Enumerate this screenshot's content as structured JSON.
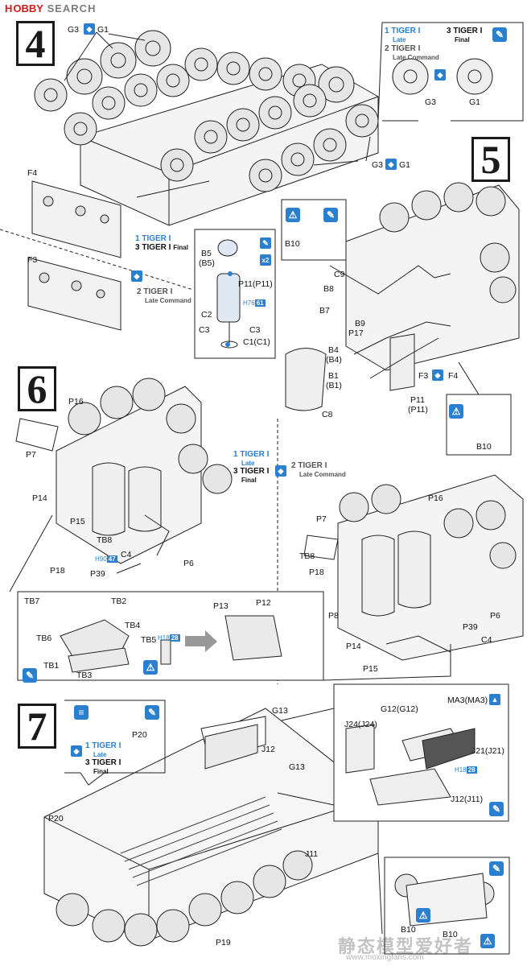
{
  "brand": {
    "part1": "H",
    "part2": "OBBY",
    "part3": " SEARCH"
  },
  "steps": {
    "s4": "4",
    "s5": "5",
    "s6": "6",
    "s7": "7"
  },
  "colors": {
    "accent": "#2a7fcf",
    "brand_red": "#d11b1b",
    "ink": "#1a1a1a"
  },
  "step4": {
    "labels": {
      "g3_top": "G3",
      "g1_top": "G1",
      "g3_bottom": "G3",
      "g1_bottom": "G1",
      "f4": "F4",
      "f3": "F3"
    },
    "inset": {
      "v1_num": "1",
      "v1_name": "TIGER I",
      "v1_sub": "Late",
      "v2_num": "2",
      "v2_name": "TIGER I",
      "v2_sub": "Late Command",
      "v3_num": "3",
      "v3_name": "TIGER I",
      "v3_sub": "Final",
      "g3": "G3",
      "g1": "G1"
    },
    "f4_variants": {
      "v1_num": "1",
      "v1_name": "TIGER I",
      "v3_num": "3",
      "v3_name": "TIGER I",
      "v3_sub": "Final"
    },
    "f3_variants": {
      "v2_num": "2",
      "v2_name": "TIGER I",
      "v2_sub": "Late Command"
    }
  },
  "step5": {
    "labels": {
      "b10_a": "B10",
      "c9": "C9",
      "b8": "B8",
      "b7": "B7",
      "b9": "B9",
      "p17": "P17",
      "b4": "B4",
      "b4b": "(B4)",
      "b1": "B1",
      "b1b": "(B1)",
      "c8": "C8",
      "p11": "P11",
      "p11b": "(P11)",
      "f3": "F3",
      "f4": "F4",
      "b10_b": "B10"
    },
    "sub": {
      "b5": "B5",
      "b5b": "(B5)",
      "p11": "P11(P11)",
      "paint_h": "H",
      "paint_num1": "76",
      "paint_num2": "61",
      "c2": "C2",
      "c3a": "C3",
      "c3b": "C3",
      "c1": "C1(C1)",
      "x2": "x2"
    }
  },
  "step6": {
    "labels": {
      "p16": "P16",
      "p7": "P7",
      "p14": "P14",
      "p15": "P15",
      "tb8": "TB8",
      "c4": "C4",
      "p18": "P18",
      "p39": "P39",
      "p6": "P6",
      "paint_h": "H",
      "paint_n1": "90",
      "paint_n2": "47"
    },
    "variants": {
      "v1_num": "1",
      "v1_name": "TIGER I",
      "v1_sub": "Late",
      "v3_num": "3",
      "v3_name": "TIGER I",
      "v3_sub": "Final",
      "v2_num": "2",
      "v2_name": "TIGER I",
      "v2_sub": "Late Command"
    },
    "right_labels": {
      "p7": "P7",
      "p16": "P16",
      "tb8": "TB8",
      "p18": "P18",
      "p8": "P8",
      "p14": "P14",
      "p15": "P15",
      "p39": "P39",
      "p6": "P6",
      "c4": "C4"
    },
    "detail": {
      "tb7": "TB7",
      "tb2": "TB2",
      "tb4": "TB4",
      "tb6": "TB6",
      "tb1": "TB1",
      "tb3": "TB3",
      "tb5": "TB5",
      "paint_h": "H",
      "paint_n1": "18",
      "paint_n2": "28",
      "p13": "P13",
      "p12": "P12"
    }
  },
  "step7": {
    "labels": {
      "p20_inset": "P20",
      "g13_a": "G13",
      "j12": "J12",
      "g13_b": "G13",
      "p20": "P20",
      "j11": "J11",
      "p19": "P19",
      "b10_a": "B10",
      "b10_b": "B10"
    },
    "variants": {
      "v1_num": "1",
      "v1_name": "TIGER I",
      "v1_sub": "Late",
      "v3_num": "3",
      "v3_name": "TIGER I",
      "v3_sub": "Final"
    },
    "detail": {
      "g12": "G12(G12)",
      "ma3": "MA3(MA3)",
      "j24": "J24(J24)",
      "j21": "J21(J21)",
      "j12": "J12(J11)",
      "paint_h": "H",
      "paint_n1": "18",
      "paint_n2": "28"
    }
  },
  "watermark": {
    "cn": "静态模型爱好者",
    "url": "www.moxingfans.com"
  }
}
